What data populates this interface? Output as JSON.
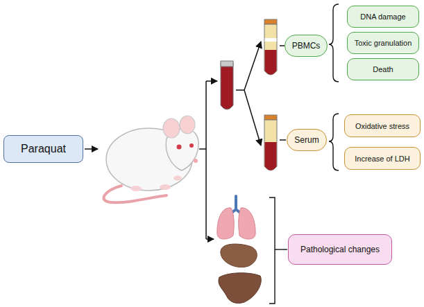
{
  "diagram": {
    "nodes": [
      {
        "text": [
          "Paraquat"
        ]
      },
      {
        "text": [
          "PBMCs"
        ]
      },
      {
        "text": [
          "DNA damage"
        ]
      },
      {
        "text": [
          "Toxic granulation"
        ]
      },
      {
        "text": [
          "Death"
        ]
      },
      {
        "text": [
          "Serum"
        ]
      },
      {
        "text": [
          "Oxidative stress"
        ]
      },
      {
        "text": [
          "Increase of LDH"
        ]
      },
      {
        "text": [
          "Pathological changes"
        ]
      }
    ]
  }
}
